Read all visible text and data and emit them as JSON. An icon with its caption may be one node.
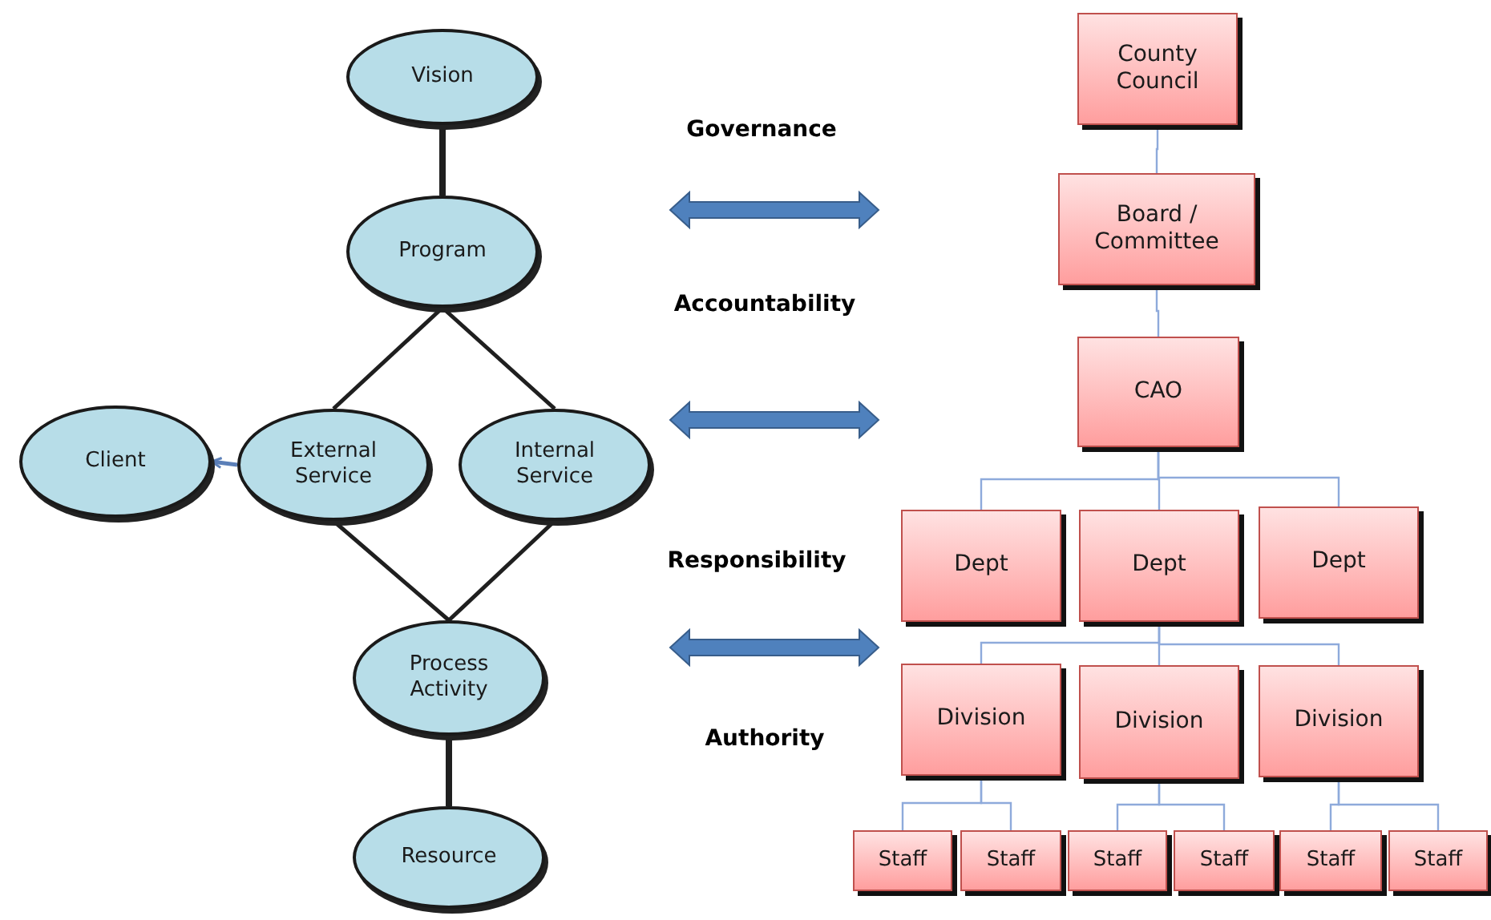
{
  "diagram": {
    "nodes": [
      {
        "text": [
          "Vision"
        ]
      },
      {
        "text": [
          "Program"
        ]
      },
      {
        "text": [
          "Client"
        ]
      },
      {
        "text": [
          "External Service"
        ]
      },
      {
        "text": [
          "Internal Service"
        ]
      },
      {
        "text": [
          "Process Activity"
        ]
      },
      {
        "text": [
          "Resource"
        ]
      },
      {
        "text": [
          "County Council"
        ]
      },
      {
        "text": [
          "Board / Committee"
        ]
      },
      {
        "text": [
          "CAO"
        ]
      },
      {
        "text": [
          "Dept"
        ]
      },
      {
        "text": [
          "Dept"
        ]
      },
      {
        "text": [
          "Dept"
        ]
      },
      {
        "text": [
          "Division"
        ]
      },
      {
        "text": [
          "Division"
        ]
      },
      {
        "text": [
          "Division"
        ]
      },
      {
        "text": [
          "Staff"
        ]
      },
      {
        "text": [
          "Staff"
        ]
      },
      {
        "text": [
          "Staff"
        ]
      },
      {
        "text": [
          "Staff"
        ]
      },
      {
        "text": [
          "Staff"
        ]
      },
      {
        "text": [
          "Staff"
        ]
      }
    ],
    "edges": [
      {
        "from": 0,
        "to": 1,
        "arrow": "none",
        "style": "thick",
        "color": "#1f1f1f"
      },
      {
        "from": 1,
        "to": 3,
        "arrow": "none",
        "color": "#1f1f1f"
      },
      {
        "from": 1,
        "to": 4,
        "arrow": "none",
        "color": "#1f1f1f"
      },
      {
        "from": 3,
        "to": 2,
        "arrow": "to",
        "color": "#5b7fb8"
      },
      {
        "from": 3,
        "to": 5,
        "arrow": "none",
        "color": "#1f1f1f"
      },
      {
        "from": 4,
        "to": 5,
        "arrow": "none",
        "color": "#1f1f1f"
      },
      {
        "from": 5,
        "to": 6,
        "arrow": "none",
        "style": "thick",
        "color": "#1f1f1f"
      },
      {
        "from": 7,
        "to": 8,
        "arrow": "none"
      },
      {
        "from": 8,
        "to": 9,
        "arrow": "none"
      },
      {
        "from": 9,
        "to": 10,
        "arrow": "none"
      },
      {
        "from": 9,
        "to": 11,
        "arrow": "none"
      },
      {
        "from": 9,
        "to": 12,
        "arrow": "none"
      },
      {
        "from": 11,
        "to": 13,
        "arrow": "none"
      },
      {
        "from": 11,
        "to": 14,
        "arrow": "none"
      },
      {
        "from": 11,
        "to": 15,
        "arrow": "none"
      },
      {
        "from": 13,
        "to": 16,
        "arrow": "none"
      },
      {
        "from": 13,
        "to": 17,
        "arrow": "none"
      },
      {
        "from": 14,
        "to": 18,
        "arrow": "none"
      },
      {
        "from": 14,
        "to": 19,
        "arrow": "none"
      },
      {
        "from": 15,
        "to": 20,
        "arrow": "none"
      },
      {
        "from": 15,
        "to": 21,
        "arrow": "none"
      }
    ],
    "labels": [
      "Governance",
      "Accountability",
      "Responsibility",
      "Authority"
    ]
  }
}
